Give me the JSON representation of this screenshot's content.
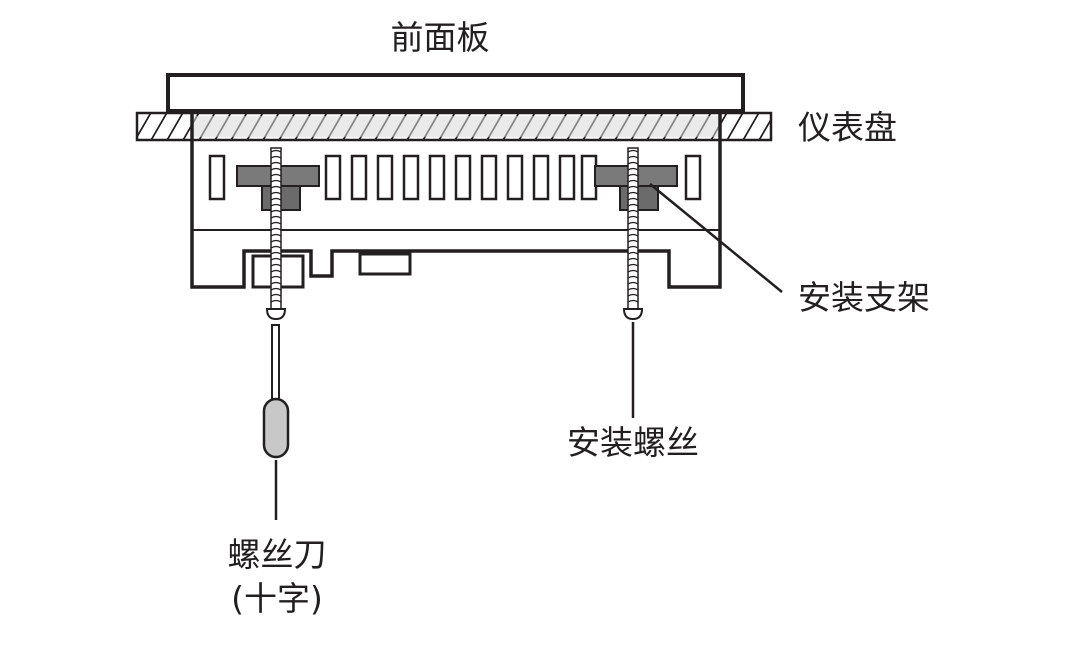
{
  "labels": {
    "front_panel": "前面板",
    "instrument_panel": "仪表盘",
    "mounting_bracket": "安装支架",
    "mounting_screw": "安装螺丝",
    "screwdriver_line1": "螺丝刀",
    "screwdriver_line2": "(十字)"
  },
  "colors": {
    "line": "#231f20",
    "bracket": "#7a7a7a",
    "bracket_dark": "#6b6b6b",
    "screwdriver_grip": "#c8c8c8",
    "panel_highlight": "#d9d9d9",
    "background": "#ffffff"
  },
  "counts": {
    "vent_slots": 15,
    "mounting_screws": 2
  }
}
